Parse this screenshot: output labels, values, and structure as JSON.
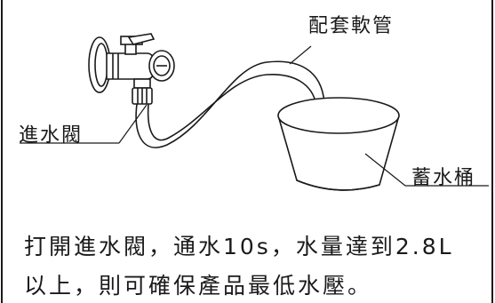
{
  "labels": {
    "hose": "配套軟管",
    "valve": "進水閥",
    "bucket": "蓄水桶"
  },
  "instructions": {
    "line1": "打開進水閥，通水10s，水量達到2.8L",
    "line2": "以上，則可確保產品最低水壓。"
  },
  "colors": {
    "ink": "#1a1a1a",
    "background": "#ffffff"
  }
}
